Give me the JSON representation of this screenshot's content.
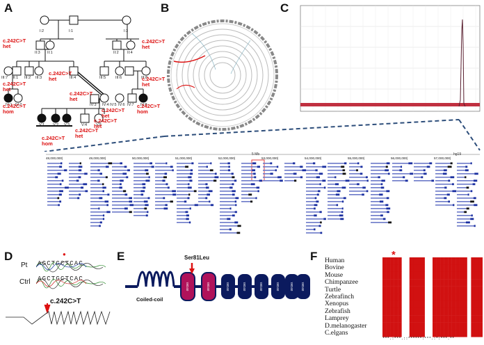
{
  "panels": {
    "A": "A",
    "B": "B",
    "C": "C",
    "D": "D",
    "E": "E",
    "F": "F"
  },
  "pedigree": {
    "gen1": [
      "I:2",
      "I:1",
      "I:3"
    ],
    "gen2": [
      "II:3",
      "II:1",
      "II:2",
      "II:4"
    ],
    "gen3_left": [
      "III:7",
      "III:1",
      "III:2",
      "III:3",
      "III:4"
    ],
    "gen3_right": [
      "III:5",
      "III:6",
      "III:8"
    ],
    "gen4": [
      "IV:1",
      "IV:2",
      "IV:3",
      "IV:4",
      "IV:5",
      "IV:6",
      "IV:7",
      "IV:8"
    ],
    "gen5": [
      "V:1",
      "V:2",
      "V:3",
      "V:4",
      "V:5"
    ],
    "variant_labels": {
      "ii3": [
        "c.242C>T",
        "het"
      ],
      "ii4": [
        "c.242C>T",
        "het"
      ],
      "iii7": [
        "c.242C>T",
        "het"
      ],
      "iii3": [
        "c.242C>T",
        "het"
      ],
      "iii8": [
        "c.242C>T",
        "het"
      ],
      "iv1": [
        "c.242C>T",
        "hom"
      ],
      "iv3": [
        "c.242C>T",
        "het"
      ],
      "iv3b": [
        "c.242C>T",
        "het"
      ],
      "iv8": [
        "c.242C>T",
        "hom"
      ],
      "v1": [
        "c.242C>T",
        "hom"
      ],
      "v4": [
        "c.242C>T",
        "het"
      ],
      "v5": [
        "c.242C>T",
        "het"
      ]
    }
  },
  "browser": {
    "scale": "5 Mb",
    "assembly": "hg19",
    "positions": [
      "48,000,000|",
      "49,000,000|",
      "50,000,000|",
      "51,000,000|",
      "52,000,000|",
      "53,000,000|",
      "54,000,000|",
      "55,000,000|",
      "56,000,000|",
      "57,000,000|"
    ]
  },
  "sequence": {
    "pt_label": "Pt",
    "ctrl_label": "Ctrl",
    "seq": "AGCTGCTCAC",
    "mutation": "c.242C>T"
  },
  "protein": {
    "variant": "Ser81Leu",
    "coiled_coil": "Coiled-coil",
    "domains": [
      "WD40",
      "WD40",
      "WD40",
      "WD40",
      "WD40",
      "WD40",
      "WD40",
      "WD40"
    ]
  },
  "alignment": {
    "species": [
      "Human",
      "Bovine",
      "Mouse",
      "Chimpanzee",
      "Turtle",
      "Zebrafinch",
      "Xenopus",
      "Zebrafish",
      "Lamprey",
      "D.melanogaster",
      "C.elgans"
    ],
    "star": "*",
    "consensus": "***.:***.::******:***.:*:***.**"
  },
  "colors": {
    "red": "#d11111",
    "navy": "#0b1a5e",
    "magenta": "#b0125a",
    "browser_blue": "#1a2fa0"
  }
}
